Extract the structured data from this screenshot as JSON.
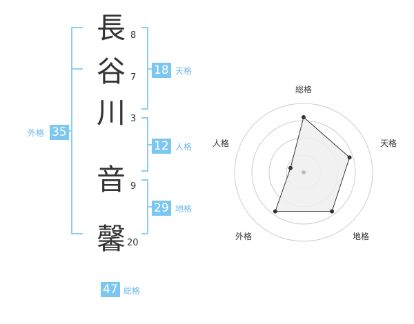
{
  "name": {
    "characters": [
      {
        "char": "長",
        "strokes": "8"
      },
      {
        "char": "谷",
        "strokes": "7"
      },
      {
        "char": "川",
        "strokes": "3"
      },
      {
        "char": "音",
        "strokes": "9"
      },
      {
        "char": "馨",
        "strokes": "20"
      }
    ]
  },
  "fortune": {
    "tenkaku": {
      "value": "18",
      "label": "天格"
    },
    "jinkaku": {
      "value": "12",
      "label": "人格"
    },
    "chikaku": {
      "value": "29",
      "label": "地格"
    },
    "gaikaku": {
      "value": "35",
      "label": "外格"
    },
    "soukaku": {
      "value": "47",
      "label": "総格"
    }
  },
  "colors": {
    "accent": "#7cc7f0",
    "bracket": "#8ccdf2",
    "label": "#6bb8e8",
    "text": "#333333",
    "ring": "#cccccc",
    "fill": "#eeeeee",
    "point": "#333333"
  },
  "chart_data": {
    "type": "radar",
    "axes": [
      "総格",
      "天格",
      "地格",
      "外格",
      "人格"
    ],
    "values": [
      4,
      3.5,
      3.5,
      3.5,
      1
    ],
    "max": 5,
    "rings": 4
  }
}
